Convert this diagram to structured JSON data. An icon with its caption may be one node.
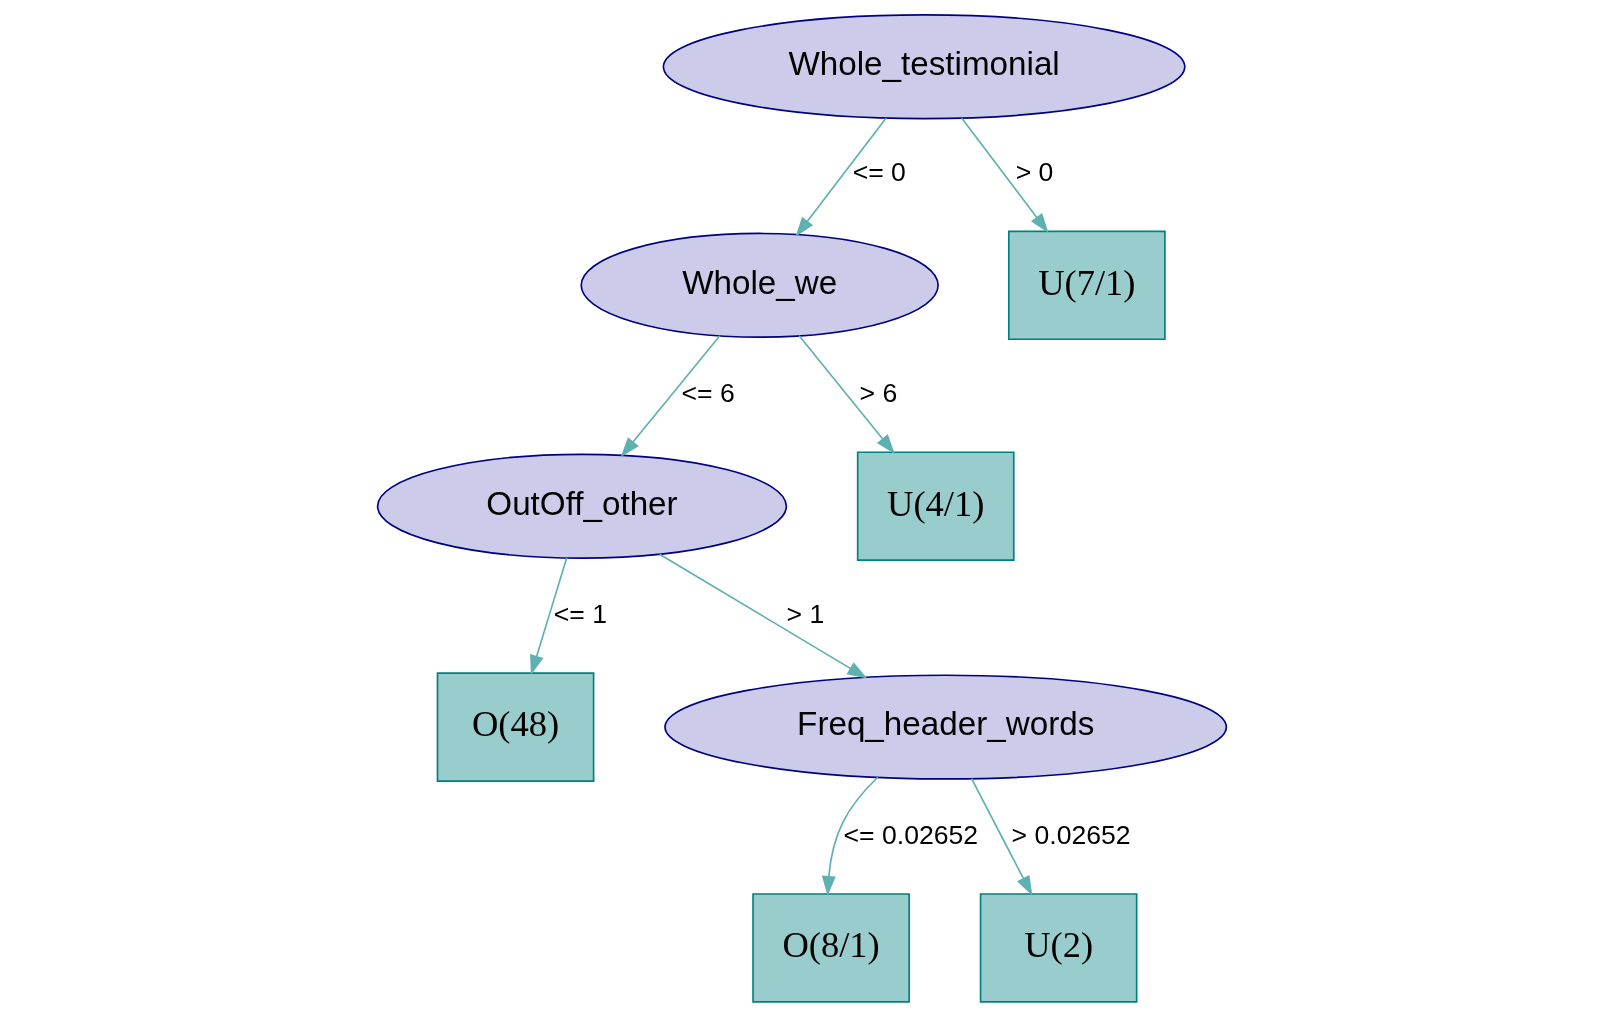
{
  "diagram": {
    "nodes": [
      {
        "text": [
          "Whole_testimonial"
        ]
      },
      {
        "text": [
          "Whole_we"
        ]
      },
      {
        "text": [
          "U(7/1)"
        ]
      },
      {
        "text": [
          "OutOff_other"
        ]
      },
      {
        "text": [
          "U(4/1)"
        ]
      },
      {
        "text": [
          "O(48)"
        ]
      },
      {
        "text": [
          "Freq_header_words"
        ]
      },
      {
        "text": [
          "O(8/1)"
        ]
      },
      {
        "text": [
          "U(2)"
        ]
      }
    ],
    "edges": [
      {
        "from": 0,
        "to": 1,
        "arrow": "to",
        "label": "<= 0"
      },
      {
        "from": 0,
        "to": 2,
        "arrow": "to",
        "label": "> 0"
      },
      {
        "from": 1,
        "to": 3,
        "arrow": "to",
        "label": "<= 6"
      },
      {
        "from": 1,
        "to": 4,
        "arrow": "to",
        "label": "> 6"
      },
      {
        "from": 3,
        "to": 5,
        "arrow": "to",
        "label": "<= 1"
      },
      {
        "from": 3,
        "to": 6,
        "arrow": "to",
        "label": "> 1"
      },
      {
        "from": 6,
        "to": 7,
        "arrow": "to",
        "label": "<= 0.02652"
      },
      {
        "from": 6,
        "to": 8,
        "arrow": "to",
        "label": "> 0.02652"
      }
    ]
  }
}
